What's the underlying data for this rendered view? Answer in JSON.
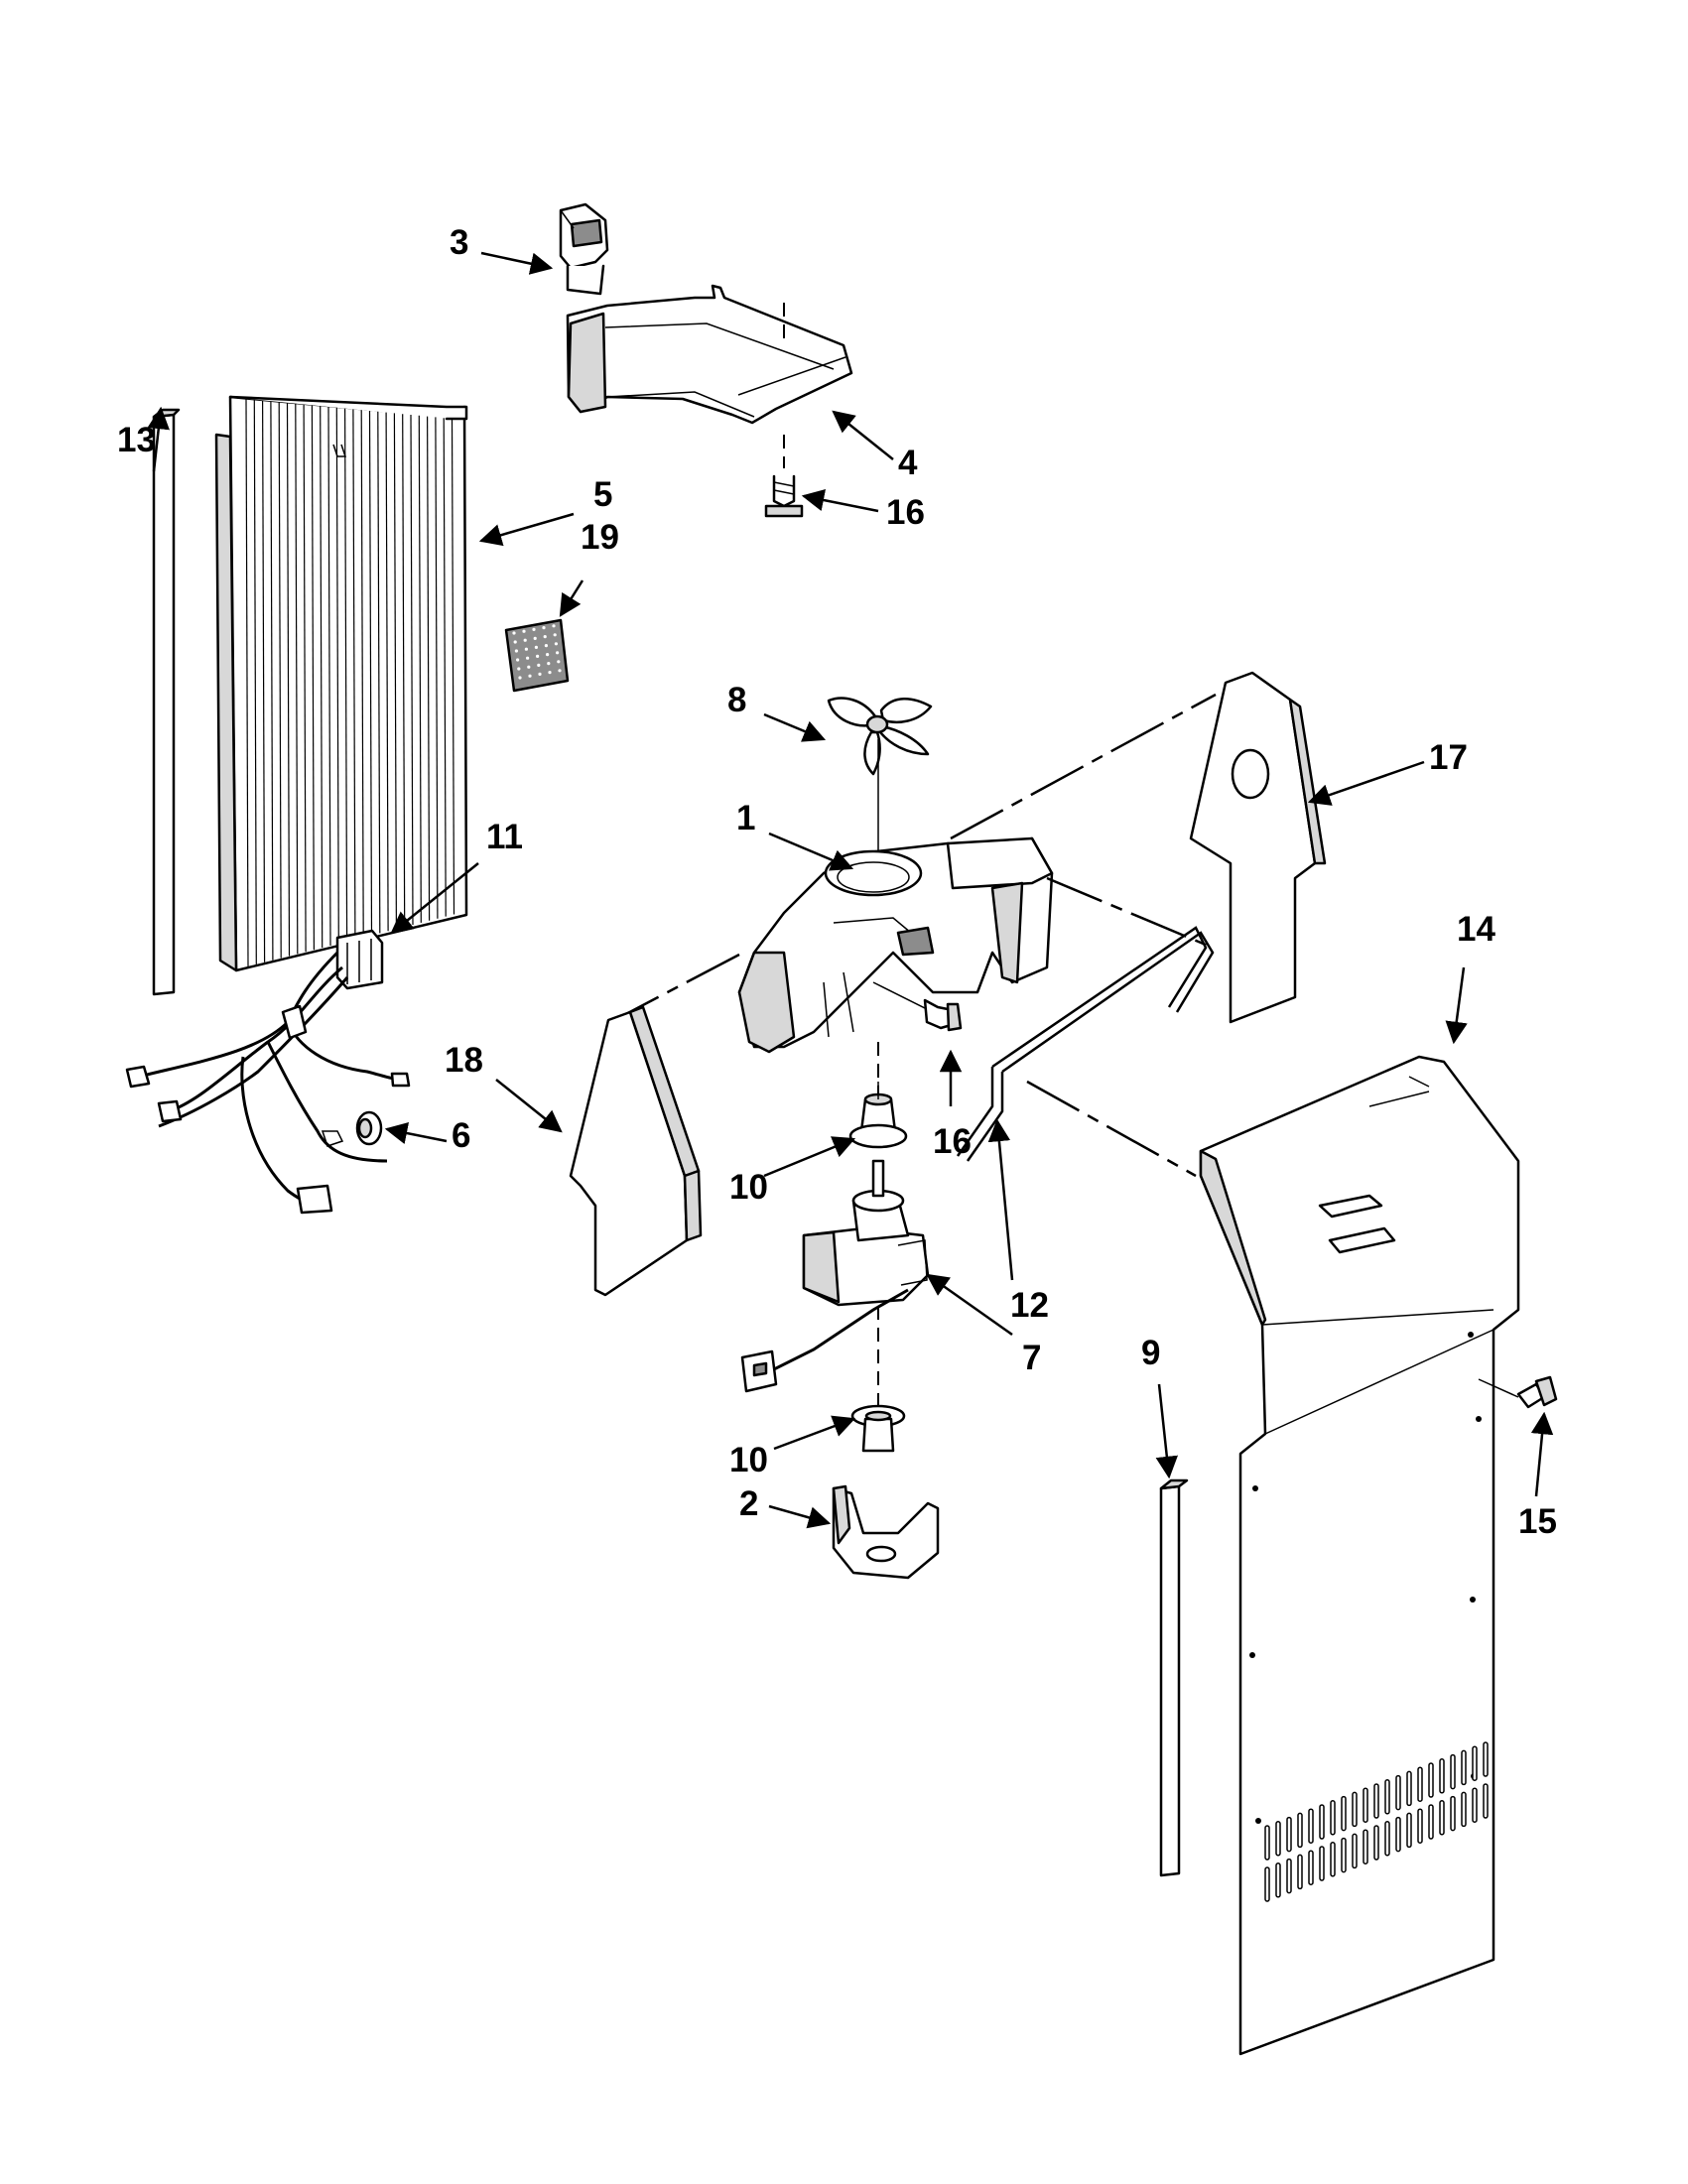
{
  "callouts": {
    "c1": "1",
    "c2": "2",
    "c3": "3",
    "c4": "4",
    "c5": "5",
    "c6": "6",
    "c7": "7",
    "c8": "8",
    "c9": "9",
    "c10a": "10",
    "c10b": "10",
    "c11": "11",
    "c12": "12",
    "c13": "13",
    "c14": "14",
    "c15": "15",
    "c16a": "16",
    "c16b": "16",
    "c17": "17",
    "c18": "18",
    "c19": "19"
  }
}
